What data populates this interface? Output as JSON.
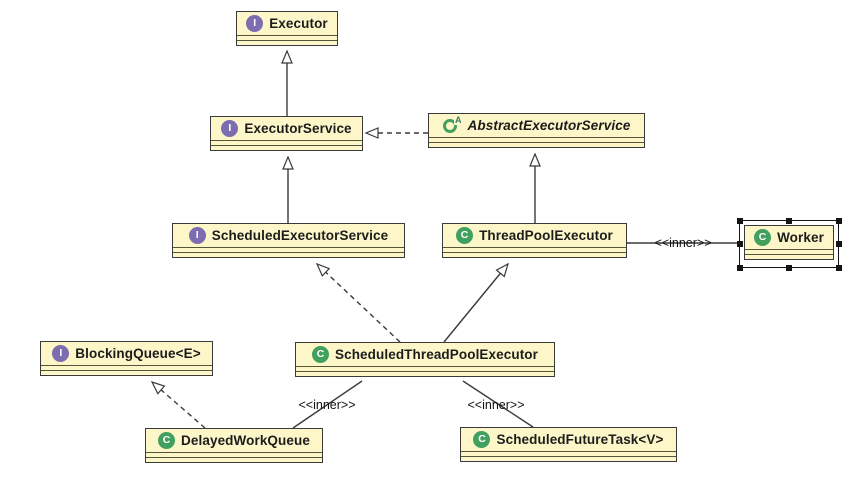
{
  "diagram": {
    "type": "uml-class-diagram",
    "subject": "Java Executor framework class hierarchy"
  },
  "colors": {
    "node_fill": "#FCF6C8",
    "node_border": "#3A3A3A",
    "compartment_divider": "#55553A",
    "interface_icon_bg": "#7B6DB0",
    "class_icon_bg": "#42A05E",
    "abstract_icon_ring": "#42A05E",
    "abstract_icon_sup": "#2E7D6B",
    "selection_handle": "#141414",
    "edge_stroke": "#3A3A3A"
  },
  "nodes": {
    "executor": {
      "label": "Executor",
      "kind": "interface",
      "icon_letter": "I"
    },
    "executor_service": {
      "label": "ExecutorService",
      "kind": "interface",
      "icon_letter": "I"
    },
    "abstract_executor_service": {
      "label": "AbstractExecutorService",
      "kind": "abstract-class",
      "icon_letter": "C",
      "icon_sup": "A"
    },
    "scheduled_executor_service": {
      "label": "ScheduledExecutorService",
      "kind": "interface",
      "icon_letter": "I"
    },
    "thread_pool_executor": {
      "label": "ThreadPoolExecutor",
      "kind": "class",
      "icon_letter": "C"
    },
    "worker": {
      "label": "Worker",
      "kind": "class",
      "icon_letter": "C",
      "selected": true
    },
    "blocking_queue": {
      "label": "BlockingQueue<E>",
      "kind": "interface",
      "icon_letter": "I"
    },
    "scheduled_thread_pool_executor": {
      "label": "ScheduledThreadPoolExecutor",
      "kind": "class",
      "icon_letter": "C"
    },
    "delayed_work_queue": {
      "label": "DelayedWorkQueue",
      "kind": "class",
      "icon_letter": "C"
    },
    "scheduled_future_task": {
      "label": "ScheduledFutureTask<V>",
      "kind": "class",
      "icon_letter": "C"
    }
  },
  "edges": [
    {
      "from": "ExecutorService",
      "to": "Executor",
      "type": "generalization",
      "style": "solid-hollow-triangle",
      "label": ""
    },
    {
      "from": "ScheduledExecutorService",
      "to": "ExecutorService",
      "type": "generalization",
      "style": "solid-hollow-triangle",
      "label": ""
    },
    {
      "from": "AbstractExecutorService",
      "to": "ExecutorService",
      "type": "realization",
      "style": "dashed-hollow-triangle",
      "label": ""
    },
    {
      "from": "ThreadPoolExecutor",
      "to": "AbstractExecutorService",
      "type": "generalization",
      "style": "solid-hollow-triangle",
      "label": ""
    },
    {
      "from": "ScheduledThreadPoolExecutor",
      "to": "ScheduledExecutorService",
      "type": "realization",
      "style": "dashed-hollow-triangle",
      "label": ""
    },
    {
      "from": "ScheduledThreadPoolExecutor",
      "to": "ThreadPoolExecutor",
      "type": "generalization",
      "style": "solid-hollow-triangle",
      "label": ""
    },
    {
      "from": "DelayedWorkQueue",
      "to": "BlockingQueue<E>",
      "type": "realization",
      "style": "dashed-hollow-triangle",
      "label": ""
    },
    {
      "from": "ThreadPoolExecutor",
      "to": "Worker",
      "type": "association",
      "style": "solid-plain",
      "label": "<<inner>>"
    },
    {
      "from": "ScheduledThreadPoolExecutor",
      "to": "DelayedWorkQueue",
      "type": "association",
      "style": "solid-plain",
      "label": "<<inner>>"
    },
    {
      "from": "ScheduledThreadPoolExecutor",
      "to": "ScheduledFutureTask<V>",
      "type": "association",
      "style": "solid-plain",
      "label": "<<inner>>"
    }
  ],
  "edge_labels": {
    "inner_worker": "<<inner>>",
    "inner_delayed": "<<inner>>",
    "inner_future": "<<inner>>"
  }
}
